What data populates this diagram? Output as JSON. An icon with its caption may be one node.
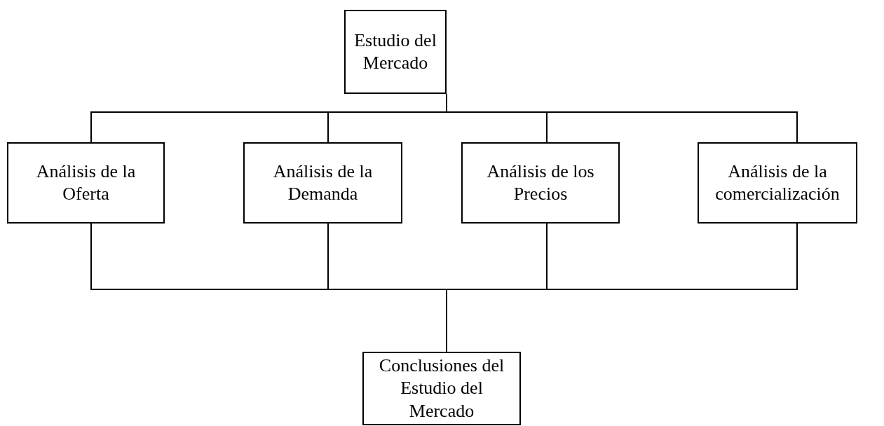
{
  "diagram": {
    "nodes": [
      {
        "text": [
          "Estudio del Mercado"
        ]
      },
      {
        "text": [
          "Análisis de la Oferta"
        ]
      },
      {
        "text": [
          "Análisis de la Demanda"
        ]
      },
      {
        "text": [
          "Análisis de los Precios"
        ]
      },
      {
        "text": [
          "Análisis de la comercialización"
        ]
      },
      {
        "text": [
          "Conclusiones del Estudio del Mercado"
        ]
      }
    ],
    "edges": [
      {
        "from": 0,
        "to": 1,
        "arrow": "none"
      },
      {
        "from": 0,
        "to": 2,
        "arrow": "none"
      },
      {
        "from": 0,
        "to": 3,
        "arrow": "none"
      },
      {
        "from": 0,
        "to": 4,
        "arrow": "none"
      },
      {
        "from": 1,
        "to": 5,
        "arrow": "none"
      },
      {
        "from": 2,
        "to": 5,
        "arrow": "none"
      },
      {
        "from": 3,
        "to": 5,
        "arrow": "none"
      },
      {
        "from": 4,
        "to": 5,
        "arrow": "none"
      }
    ]
  }
}
